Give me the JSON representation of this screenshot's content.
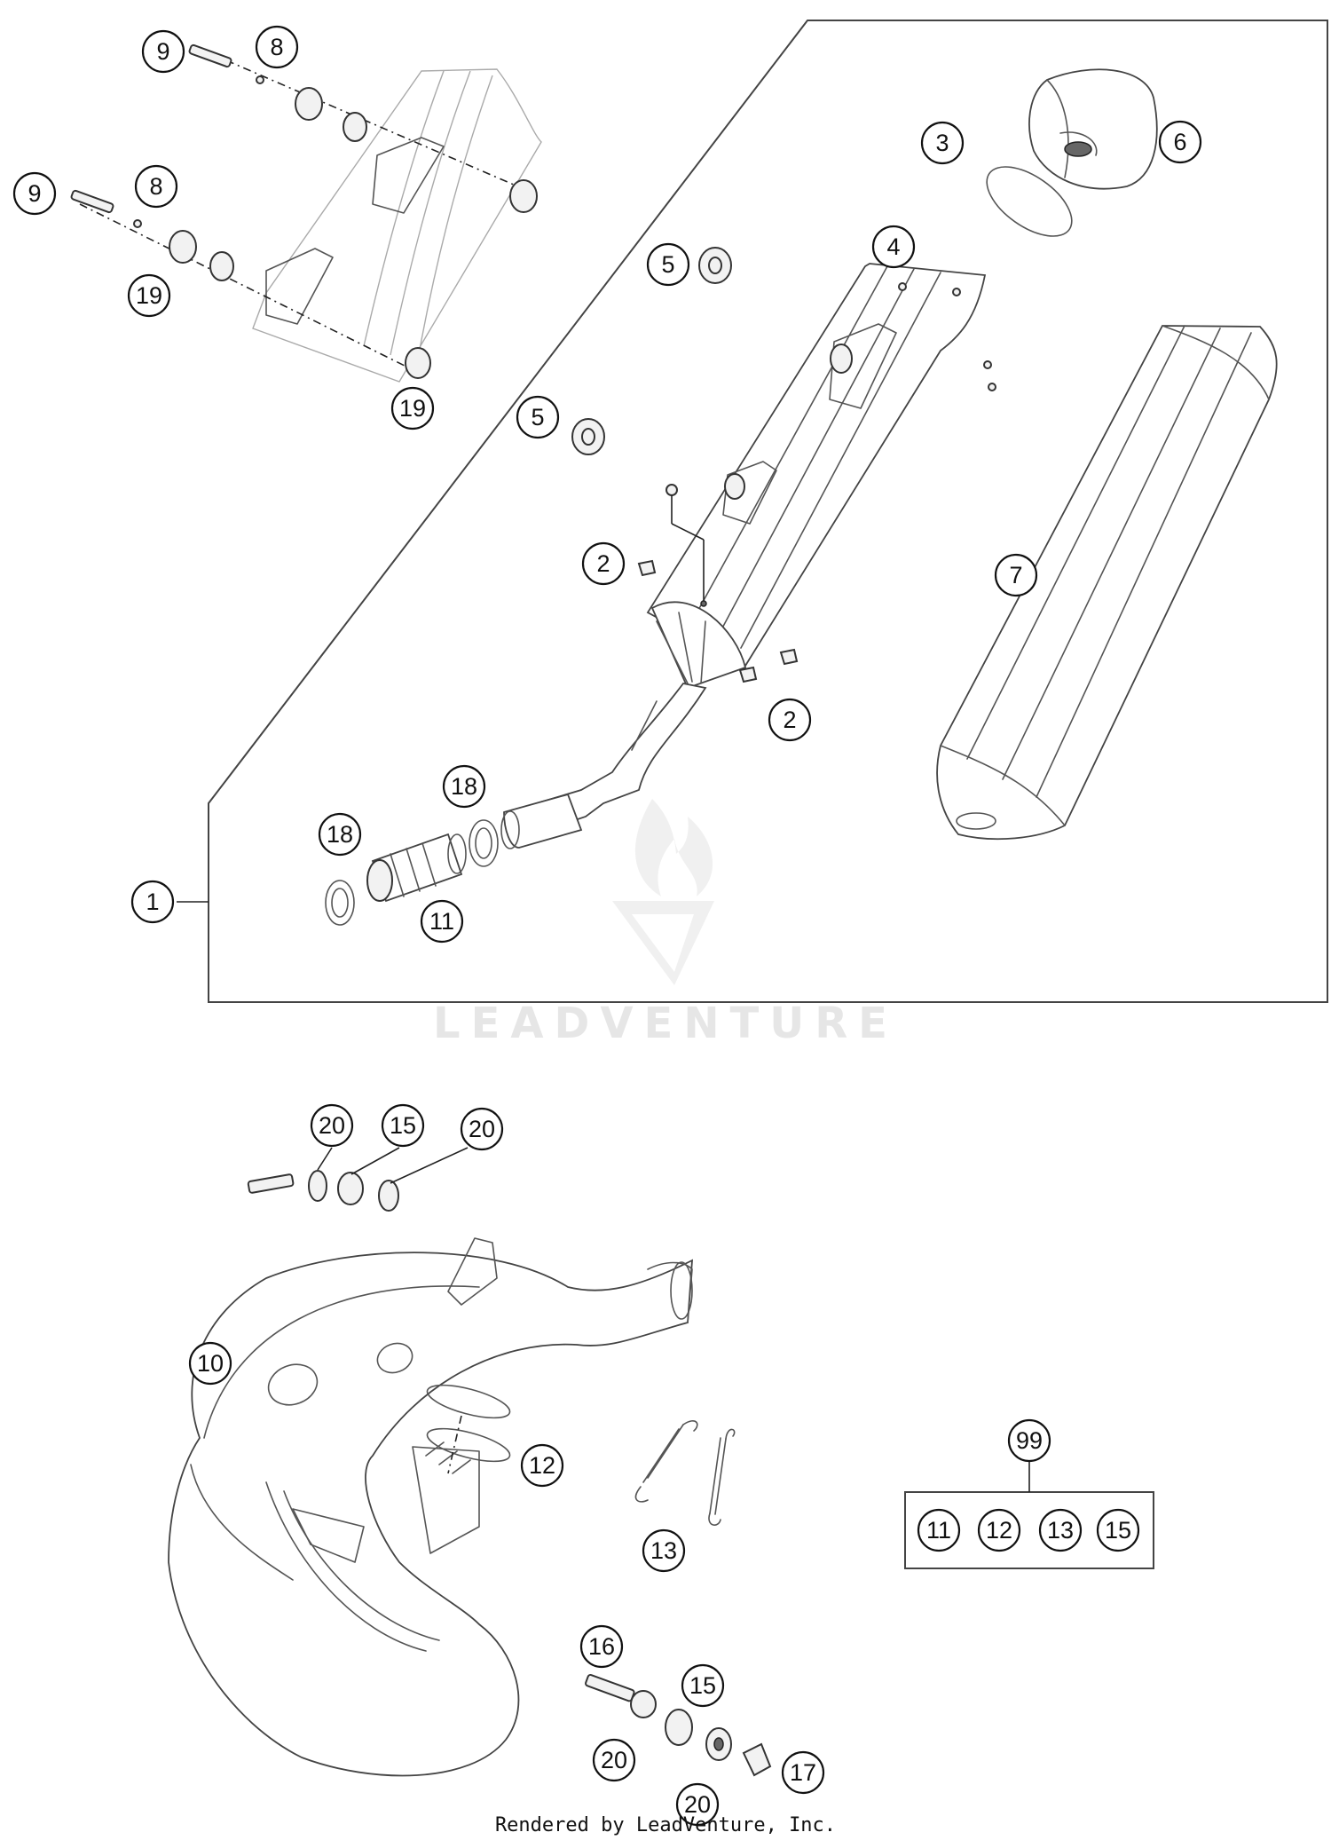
{
  "diagram": {
    "callouts": [
      {
        "id": "c9a",
        "label": "9"
      },
      {
        "id": "c8a",
        "label": "8"
      },
      {
        "id": "c9b",
        "label": "9"
      },
      {
        "id": "c8b",
        "label": "8"
      },
      {
        "id": "c19a",
        "label": "19"
      },
      {
        "id": "c19b",
        "label": "19"
      },
      {
        "id": "c3",
        "label": "3"
      },
      {
        "id": "c6",
        "label": "6"
      },
      {
        "id": "c4",
        "label": "4"
      },
      {
        "id": "c5a",
        "label": "5"
      },
      {
        "id": "c5b",
        "label": "5"
      },
      {
        "id": "c7",
        "label": "7"
      },
      {
        "id": "c2a",
        "label": "2"
      },
      {
        "id": "c2b",
        "label": "2"
      },
      {
        "id": "c18a",
        "label": "18"
      },
      {
        "id": "c18b",
        "label": "18"
      },
      {
        "id": "c11",
        "label": "11"
      },
      {
        "id": "c1",
        "label": "1"
      },
      {
        "id": "c20a",
        "label": "20"
      },
      {
        "id": "c15a",
        "label": "15"
      },
      {
        "id": "c20b",
        "label": "20"
      },
      {
        "id": "c10",
        "label": "10"
      },
      {
        "id": "c12",
        "label": "12"
      },
      {
        "id": "c13",
        "label": "13"
      },
      {
        "id": "c99",
        "label": "99"
      },
      {
        "id": "k11",
        "label": "11"
      },
      {
        "id": "k12",
        "label": "12"
      },
      {
        "id": "k13",
        "label": "13"
      },
      {
        "id": "k15",
        "label": "15"
      },
      {
        "id": "c16",
        "label": "16"
      },
      {
        "id": "c15b",
        "label": "15"
      },
      {
        "id": "c20c",
        "label": "20"
      },
      {
        "id": "c17",
        "label": "17"
      },
      {
        "id": "c20d",
        "label": "20"
      }
    ]
  },
  "watermark": "LEADVENTURE",
  "credit": "Rendered by LeadVenture, Inc."
}
